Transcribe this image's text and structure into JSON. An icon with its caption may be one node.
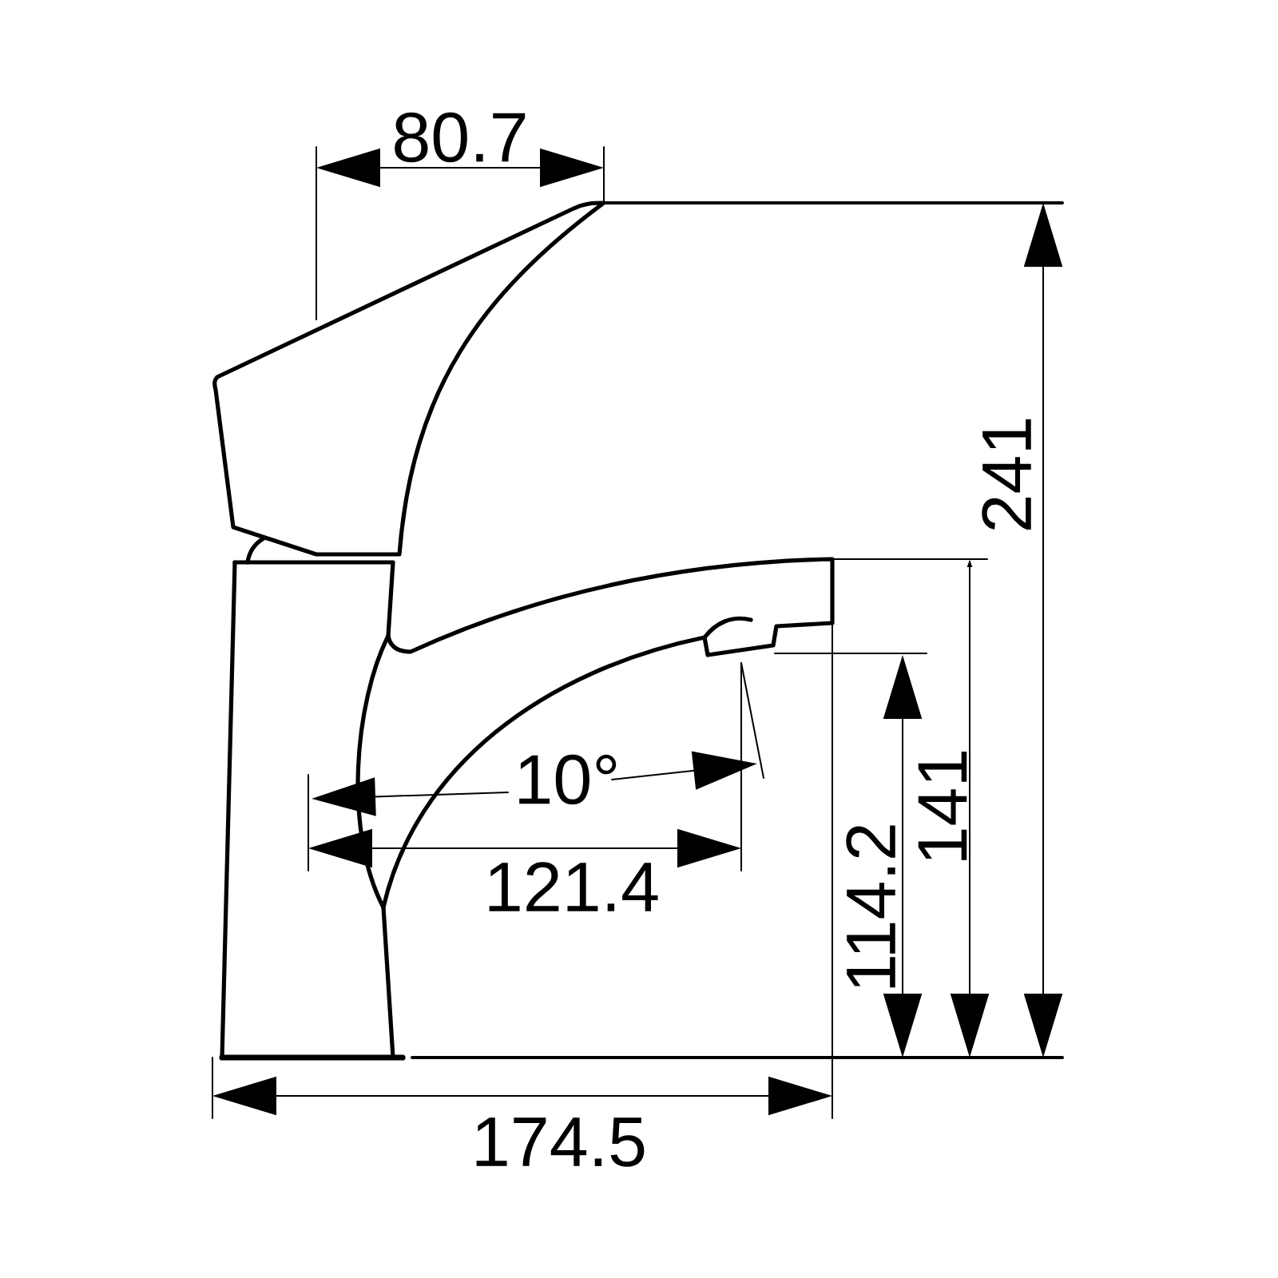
{
  "diagram": {
    "labels": [
      "80.7",
      "241",
      "10°",
      "141",
      "114.2",
      "121.4",
      "174.5"
    ]
  }
}
